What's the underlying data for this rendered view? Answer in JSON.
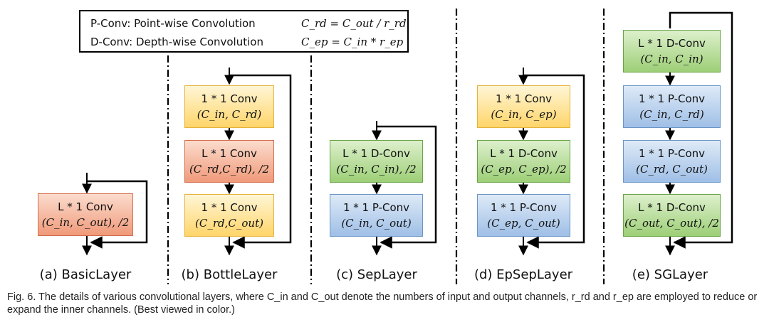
{
  "legend": {
    "p_conv": "P-Conv: Point-wise Convolution",
    "d_conv": "D-Conv: Depth-wise Convolution",
    "c_rd": "C_rd = C_out / r_rd",
    "c_ep": "C_ep = C_in * r_ep"
  },
  "layers": [
    {
      "caption": "(a) BasicLayer",
      "boxes": [
        {
          "line1": "L * 1 Conv",
          "line2": "(C_in, C_out), /2",
          "color": "#f09a7a"
        }
      ]
    },
    {
      "caption": "(b) BottleLayer",
      "boxes": [
        {
          "line1": "1 * 1 Conv",
          "line2": "(C_in, C_rd)",
          "color": "#ffd56a"
        },
        {
          "line1": "L * 1 Conv",
          "line2": "(C_rd,C_rd), /2",
          "color": "#f09a7a"
        },
        {
          "line1": "1 * 1 Conv",
          "line2": "(C_rd,C_out)",
          "color": "#ffd56a"
        }
      ]
    },
    {
      "caption": "(c) SepLayer",
      "boxes": [
        {
          "line1": "L * 1 D-Conv",
          "line2": "(C_in, C_in), /2",
          "color": "#9dcf77"
        },
        {
          "line1": "1 * 1 P-Conv",
          "line2": "(C_in, C_out)",
          "color": "#9fbfe6"
        }
      ]
    },
    {
      "caption": "(d) EpSepLayer",
      "boxes": [
        {
          "line1": "1 * 1 Conv",
          "line2": "(C_in, C_ep)",
          "color": "#ffd56a"
        },
        {
          "line1": "L * 1 D-Conv",
          "line2": "(C_ep, C_ep), /2",
          "color": "#9dcf77"
        },
        {
          "line1": "1 * 1 P-Conv",
          "line2": "(C_ep, C_out)",
          "color": "#9fbfe6"
        }
      ]
    },
    {
      "caption": "(e) SGLayer",
      "boxes": [
        {
          "line1": "L * 1 D-Conv",
          "line2": "(C_in, C_in)",
          "color": "#9dcf77"
        },
        {
          "line1": "1 * 1 P-Conv",
          "line2": "(C_in, C_rd)",
          "color": "#9fbfe6"
        },
        {
          "line1": "1 * 1 P-Conv",
          "line2": "(C_rd, C_out)",
          "color": "#9fbfe6"
        },
        {
          "line1": "L * 1 D-Conv",
          "line2": "(C_out, C_out), /2",
          "color": "#9dcf77"
        }
      ]
    }
  ],
  "figure_caption": "Fig. 6. The details of various convolutional layers, where C_in and C_out denote the numbers of input and output channels, r_rd and r_ep are employed to reduce or expand the inner channels. (Best viewed in color.)"
}
